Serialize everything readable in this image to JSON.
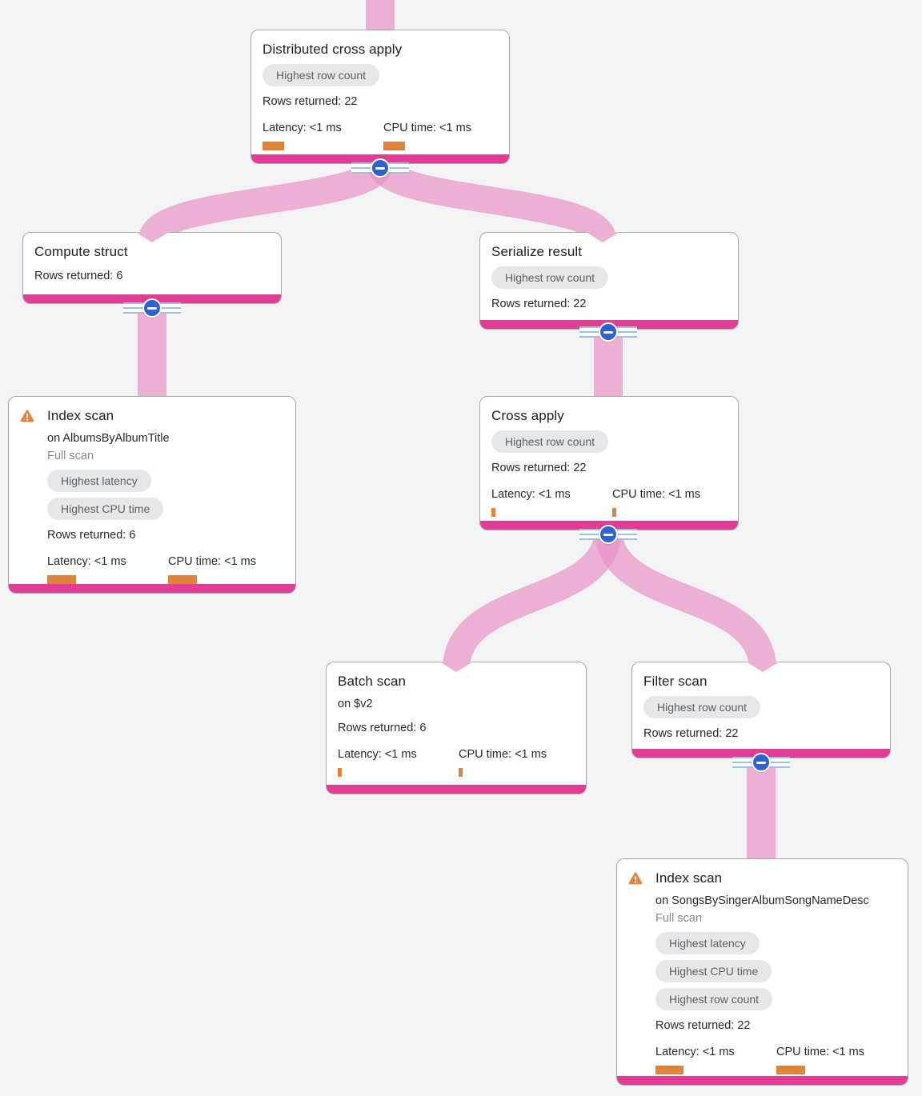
{
  "colors": {
    "background": "#f1f3f4",
    "edge_pink": "#ecb0d4",
    "node_accent_magenta": "#e13d95",
    "metric_bar_orange": "#df833b",
    "collapse_blue": "#2e63cf",
    "chip_background": "#e6e7e9",
    "chip_text": "#5d6165",
    "warning_orange": "#e8813c"
  },
  "nodes": [
    {
      "id": "distributed-cross-apply",
      "title": "Distributed cross apply",
      "chips": [
        "Highest row count"
      ],
      "rows_returned": "Rows returned: 22",
      "latency_label": "Latency: <1 ms",
      "cpu_label": "CPU time: <1 ms",
      "latency_bar": 27,
      "cpu_bar": 27
    },
    {
      "id": "compute-struct",
      "title": "Compute struct",
      "rows_returned": "Rows returned: 6"
    },
    {
      "id": "index-scan-albums",
      "title": "Index scan",
      "subtitle": "on AlbumsByAlbumTitle",
      "scan_type": "Full scan",
      "warning": true,
      "chips": [
        "Highest latency",
        "Highest CPU time"
      ],
      "rows_returned": "Rows returned: 6",
      "latency_label": "Latency: <1 ms",
      "cpu_label": "CPU time: <1 ms",
      "latency_bar": 36,
      "cpu_bar": 36
    },
    {
      "id": "serialize-result",
      "title": "Serialize result",
      "chips": [
        "Highest row count"
      ],
      "rows_returned": "Rows returned: 22"
    },
    {
      "id": "cross-apply",
      "title": "Cross apply",
      "chips": [
        "Highest row count"
      ],
      "rows_returned": "Rows returned: 22",
      "latency_label": "Latency: <1 ms",
      "cpu_label": "CPU time: <1 ms",
      "latency_bar": 5,
      "cpu_bar": 5
    },
    {
      "id": "batch-scan",
      "title": "Batch scan",
      "subtitle": "on $v2",
      "rows_returned": "Rows returned: 6",
      "latency_label": "Latency: <1 ms",
      "cpu_label": "CPU time: <1 ms",
      "latency_bar": 5,
      "cpu_bar": 5
    },
    {
      "id": "filter-scan",
      "title": "Filter scan",
      "chips": [
        "Highest row count"
      ],
      "rows_returned": "Rows returned: 22"
    },
    {
      "id": "index-scan-songs",
      "title": "Index scan",
      "subtitle": "on SongsBySingerAlbumSongNameDesc",
      "scan_type": "Full scan",
      "warning": true,
      "chips": [
        "Highest latency",
        "Highest CPU time",
        "Highest row count"
      ],
      "rows_returned": "Rows returned: 22",
      "latency_label": "Latency: <1 ms",
      "cpu_label": "CPU time: <1 ms",
      "latency_bar": 35,
      "cpu_bar": 36
    }
  ],
  "edges": [
    {
      "from": "",
      "to": "distributed-cross-apply"
    },
    {
      "from": "distributed-cross-apply",
      "to": "compute-struct"
    },
    {
      "from": "distributed-cross-apply",
      "to": "serialize-result"
    },
    {
      "from": "compute-struct",
      "to": "index-scan-albums"
    },
    {
      "from": "serialize-result",
      "to": "cross-apply"
    },
    {
      "from": "cross-apply",
      "to": "batch-scan"
    },
    {
      "from": "cross-apply",
      "to": "filter-scan"
    },
    {
      "from": "filter-scan",
      "to": "index-scan-songs"
    }
  ]
}
